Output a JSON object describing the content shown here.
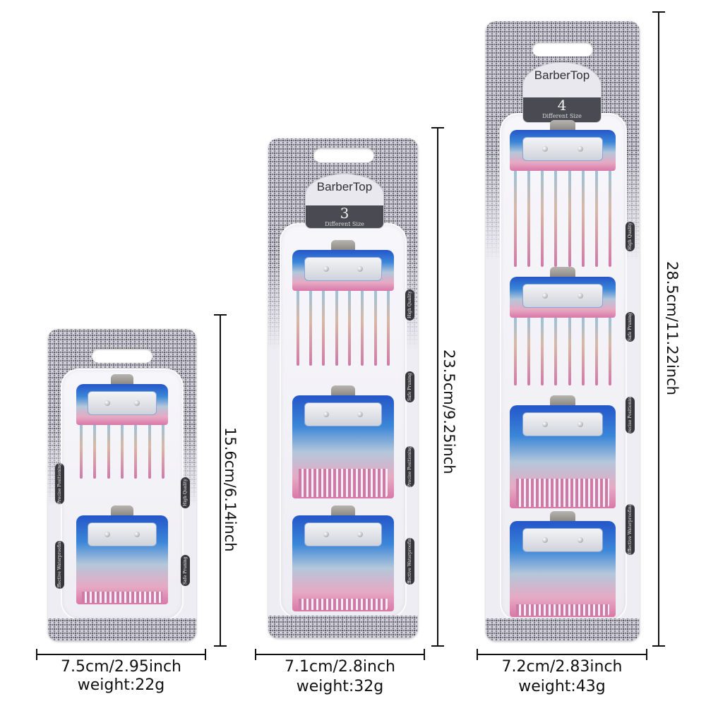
{
  "products": [
    {
      "id": "pack-2",
      "brand": "",
      "count": "",
      "count_sub": "",
      "features": [
        "Precise Positioning",
        "Effective Waterproofing",
        "High Quality",
        "Safe Pruning"
      ],
      "width_label": "7.5cm/2.95inch",
      "height_label": "15.6cm/6.14inch",
      "weight_label": "weight:22g"
    },
    {
      "id": "pack-3",
      "brand": "BarberTop",
      "count": "3",
      "count_sub": "Different Size",
      "features": [
        "High Quality",
        "Safe Pruning",
        "Precise Positioning",
        "Effective Waterproofing"
      ],
      "width_label": "7.1cm/2.8inch",
      "height_label": "23.5cm/9.25inch",
      "weight_label": "weight:32g"
    },
    {
      "id": "pack-4",
      "brand": "BarberTop",
      "count": "4",
      "count_sub": "Different Size",
      "features": [
        "High Quality",
        "Safe Pruning",
        "Precise Positioning",
        "Effective Waterproofing"
      ],
      "width_label": "7.2cm/2.83inch",
      "height_label": "28.5cm/11.22inch",
      "weight_label": "weight:43g"
    }
  ],
  "colors": {
    "guard_blue": "#2456c9",
    "guard_pink": "#d978a8",
    "card_pattern_dark": "#2b2b33",
    "card_background": "#efedf4",
    "badge_band": "#4a4a52"
  }
}
